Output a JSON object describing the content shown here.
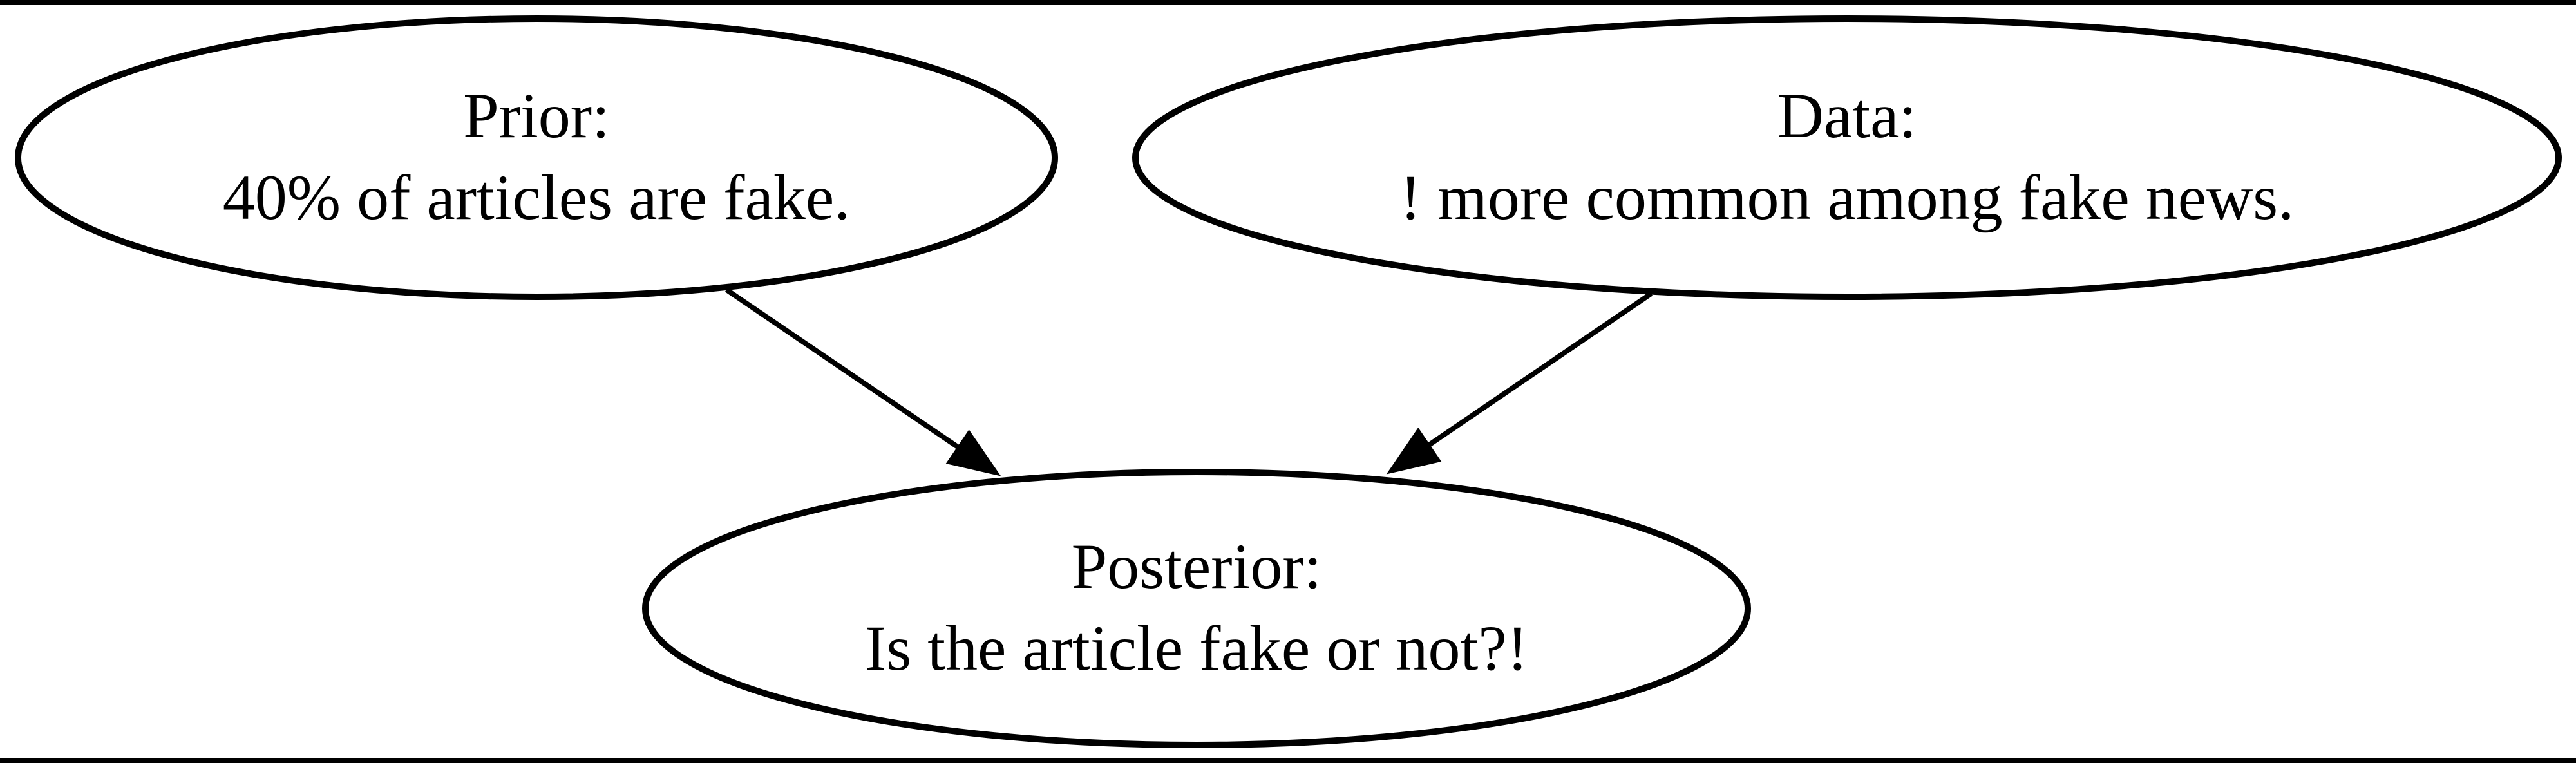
{
  "figure": {
    "type": "directed-graph-diagram",
    "background_color": "#ffffff",
    "ink_color": "#000000",
    "top_rule": "visible",
    "bottom_rule": "visible"
  },
  "nodes": {
    "prior": {
      "line1": "Prior:",
      "line2": "40% of articles are fake."
    },
    "data": {
      "line1": "Data:",
      "line2": "! more common among fake news."
    },
    "posterior": {
      "line1": "Posterior:",
      "line2": "Is the article fake or not?!"
    }
  },
  "edges": [
    {
      "from": "Prior",
      "to": "Posterior"
    },
    {
      "from": "Data",
      "to": "Posterior"
    }
  ]
}
